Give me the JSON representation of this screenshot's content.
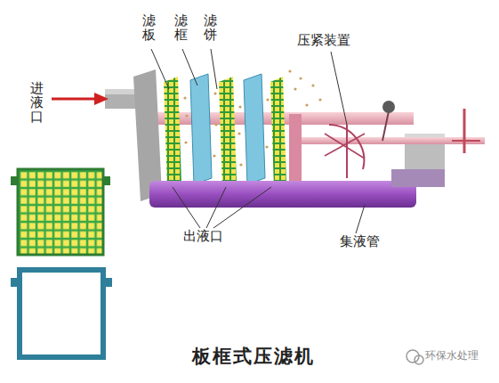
{
  "diagram": {
    "caption": "板框式压滤机",
    "labels": [
      "滤板",
      "滤框",
      "滤饼",
      "压紧装置",
      "进液口",
      "出液口",
      "集液管",
      "环保水处理"
    ]
  }
}
